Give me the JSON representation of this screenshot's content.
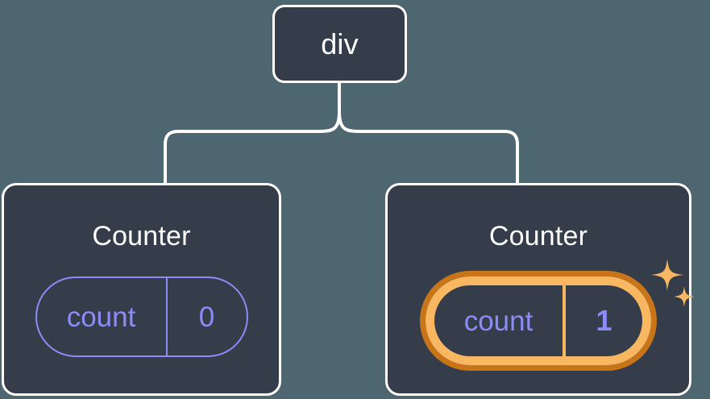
{
  "diagram": {
    "type": "component-tree",
    "background_color": "#4e6670",
    "node_fill_color": "#353d4b",
    "node_border_color": "#ffffff",
    "connector_color": "#ffffff",
    "accent_color": "#8b8cf7",
    "highlight_color": "#f9b762",
    "highlight_glow_color": "#c8751a"
  },
  "root": {
    "label": "div"
  },
  "children": [
    {
      "title": "Counter",
      "state": {
        "key": "count",
        "value": "0"
      },
      "highlighted": false
    },
    {
      "title": "Counter",
      "state": {
        "key": "count",
        "value": "1"
      },
      "highlighted": true,
      "sparkle_count": 2
    }
  ]
}
